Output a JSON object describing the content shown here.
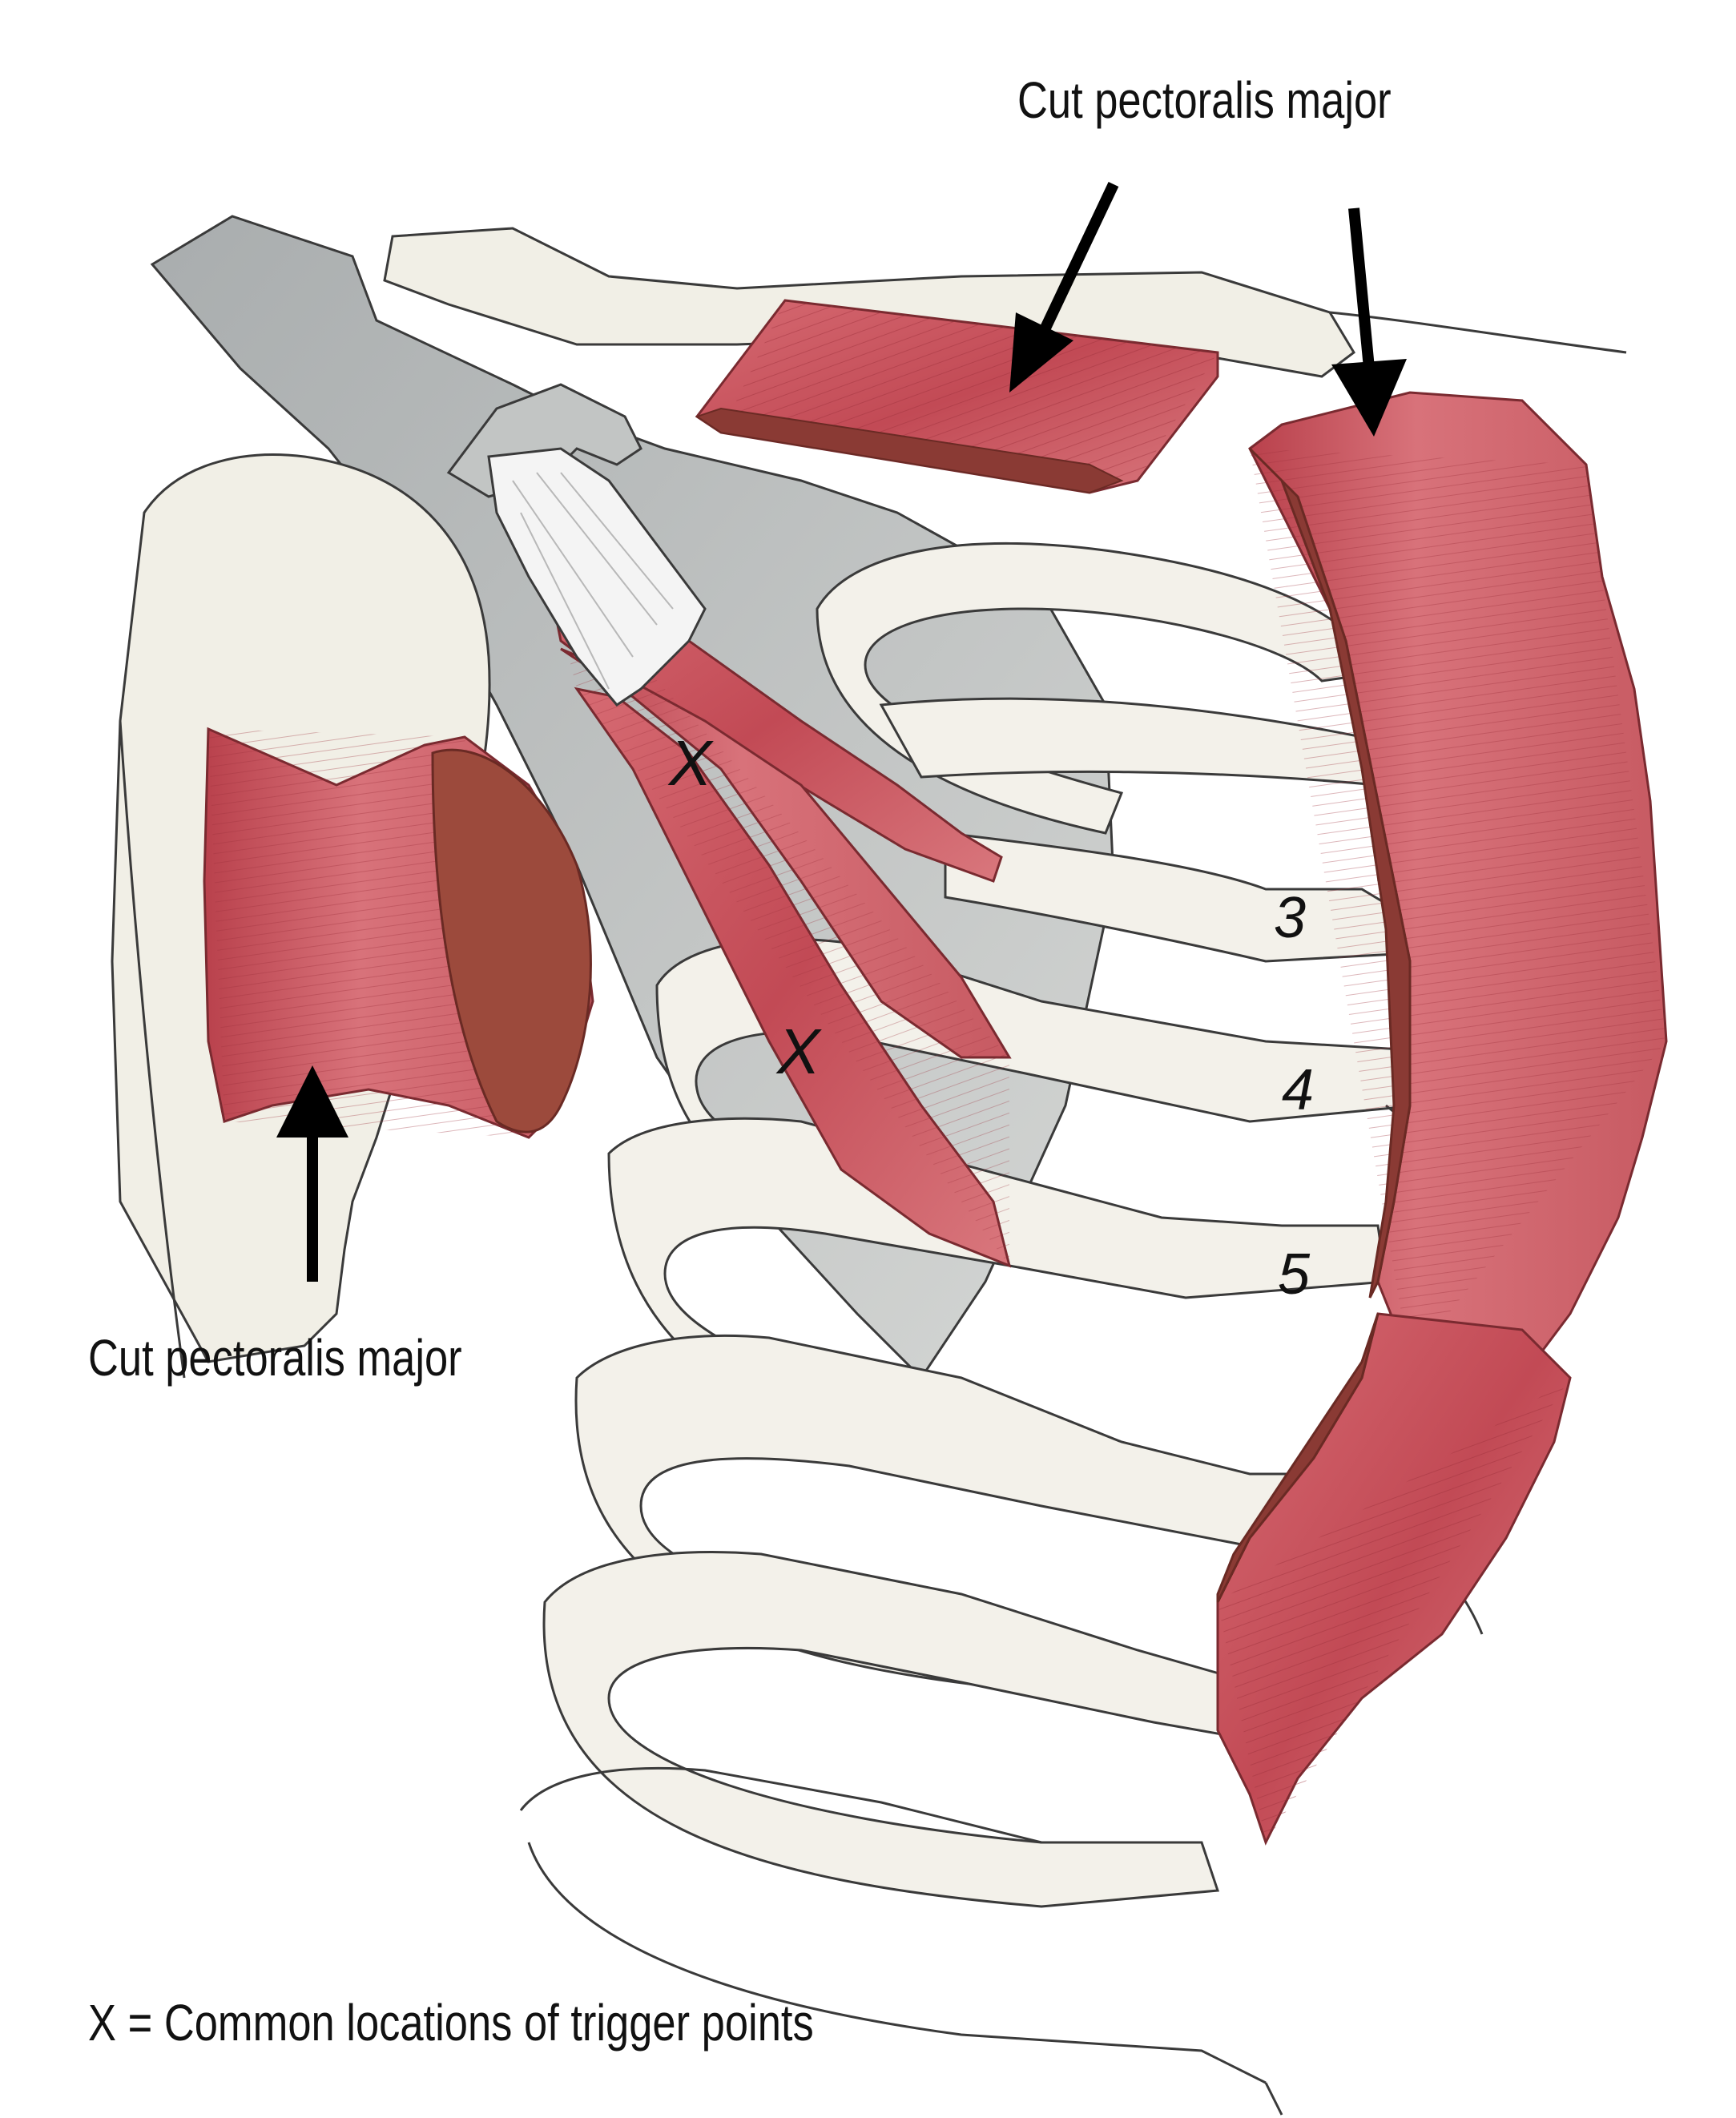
{
  "labels": {
    "top_annotation": "Cut pectoralis major",
    "left_annotation": "Cut pectoralis major",
    "legend": "X = Common locations of trigger points"
  },
  "trigger_points": [
    {
      "text": "X"
    },
    {
      "text": "X"
    }
  ],
  "rib_numbers": [
    "3",
    "4",
    "5"
  ],
  "colors": {
    "muscle": "#c9545e",
    "muscle_dark": "#a83a44",
    "muscle_cut": "#8a3a34",
    "bone": "#f1efe6",
    "bone_outline": "#3a3a3a",
    "scapula_shadow": "#b9bcbc",
    "tendon": "#f4f4f4",
    "arrow": "#000000"
  },
  "icons": {
    "arrow": "arrow-icon"
  }
}
